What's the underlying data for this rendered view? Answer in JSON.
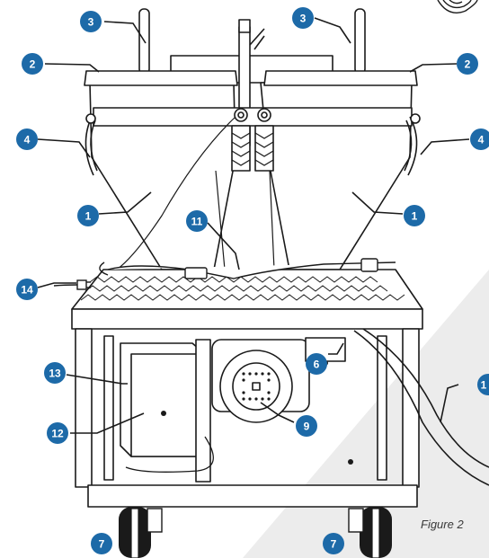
{
  "figure": {
    "caption": "Figure 2",
    "callout_color": "#1d6aa8",
    "line_color": "#1a1a1a",
    "backdrop_color": "#ececec"
  },
  "callouts": [
    {
      "id": "c3a",
      "label": "3"
    },
    {
      "id": "c3b",
      "label": "3"
    },
    {
      "id": "c2a",
      "label": "2"
    },
    {
      "id": "c2b",
      "label": "2"
    },
    {
      "id": "c4a",
      "label": "4"
    },
    {
      "id": "c4b",
      "label": "4"
    },
    {
      "id": "c1a",
      "label": "1"
    },
    {
      "id": "c1b",
      "label": "1"
    },
    {
      "id": "c11",
      "label": "11"
    },
    {
      "id": "c14",
      "label": "14"
    },
    {
      "id": "c13",
      "label": "13"
    },
    {
      "id": "c6",
      "label": "6"
    },
    {
      "id": "c12",
      "label": "12"
    },
    {
      "id": "c9",
      "label": "9"
    },
    {
      "id": "c7a",
      "label": "7"
    },
    {
      "id": "c7b",
      "label": "7"
    },
    {
      "id": "c1c",
      "label": "1"
    }
  ]
}
